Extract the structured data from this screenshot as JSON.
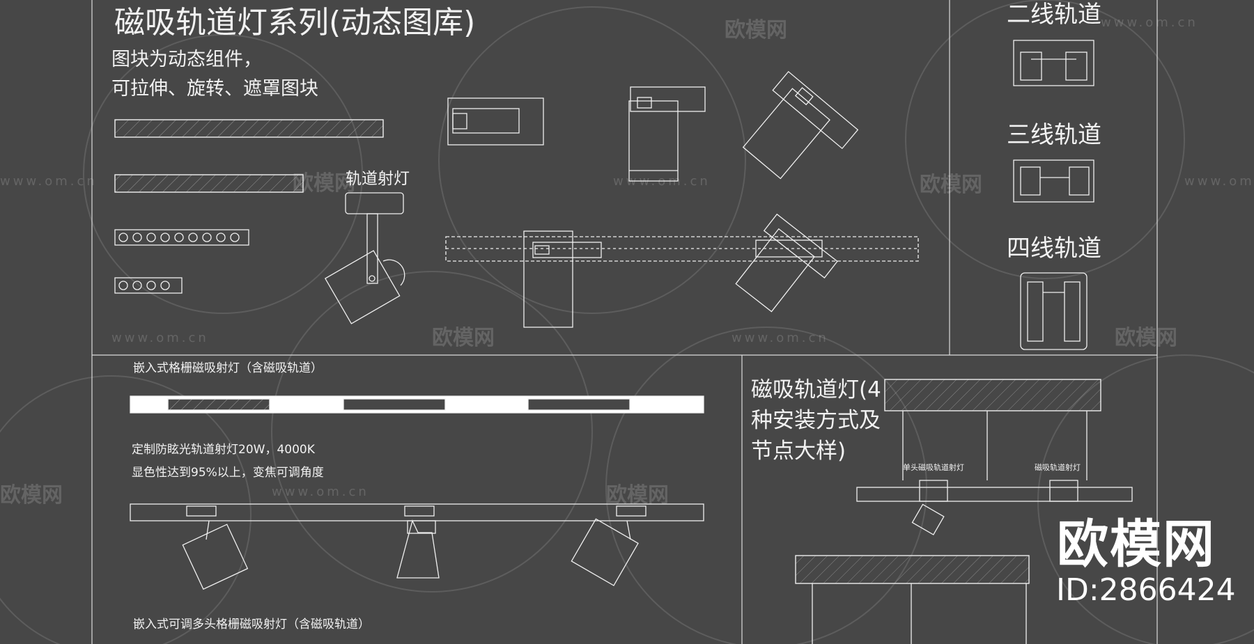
{
  "title": "磁吸轨道灯系列(动态图库)",
  "subtitle_lines": [
    "图块为动态组件，",
    "可拉伸、旋转、遮罩图块"
  ],
  "labels": {
    "track_spotlight": "轨道射灯",
    "two_wire": "二线轨道",
    "three_wire": "三线轨道",
    "four_wire": "四线轨道",
    "grille_spot": "嵌入式格栅磁吸射灯（含磁吸轨道）",
    "custom_line1": "定制防眩光轨道射灯20W，4000K",
    "custom_line2": "显色性达到95%以上，变焦可调角度",
    "multi_head": "嵌入式可调多头格栅磁吸射灯（含磁吸轨道）",
    "mag_track_title": "磁吸轨道灯(4种安装方式及节点大样)",
    "single_head": "单头磁吸轨道射灯",
    "mag_track_small": "磁吸轨道射灯"
  },
  "watermark": {
    "brand": "欧模网",
    "url": "www.om.cn",
    "id": "ID:2866424"
  },
  "colors": {
    "background": "#474747",
    "line": "#f0f0f0"
  }
}
